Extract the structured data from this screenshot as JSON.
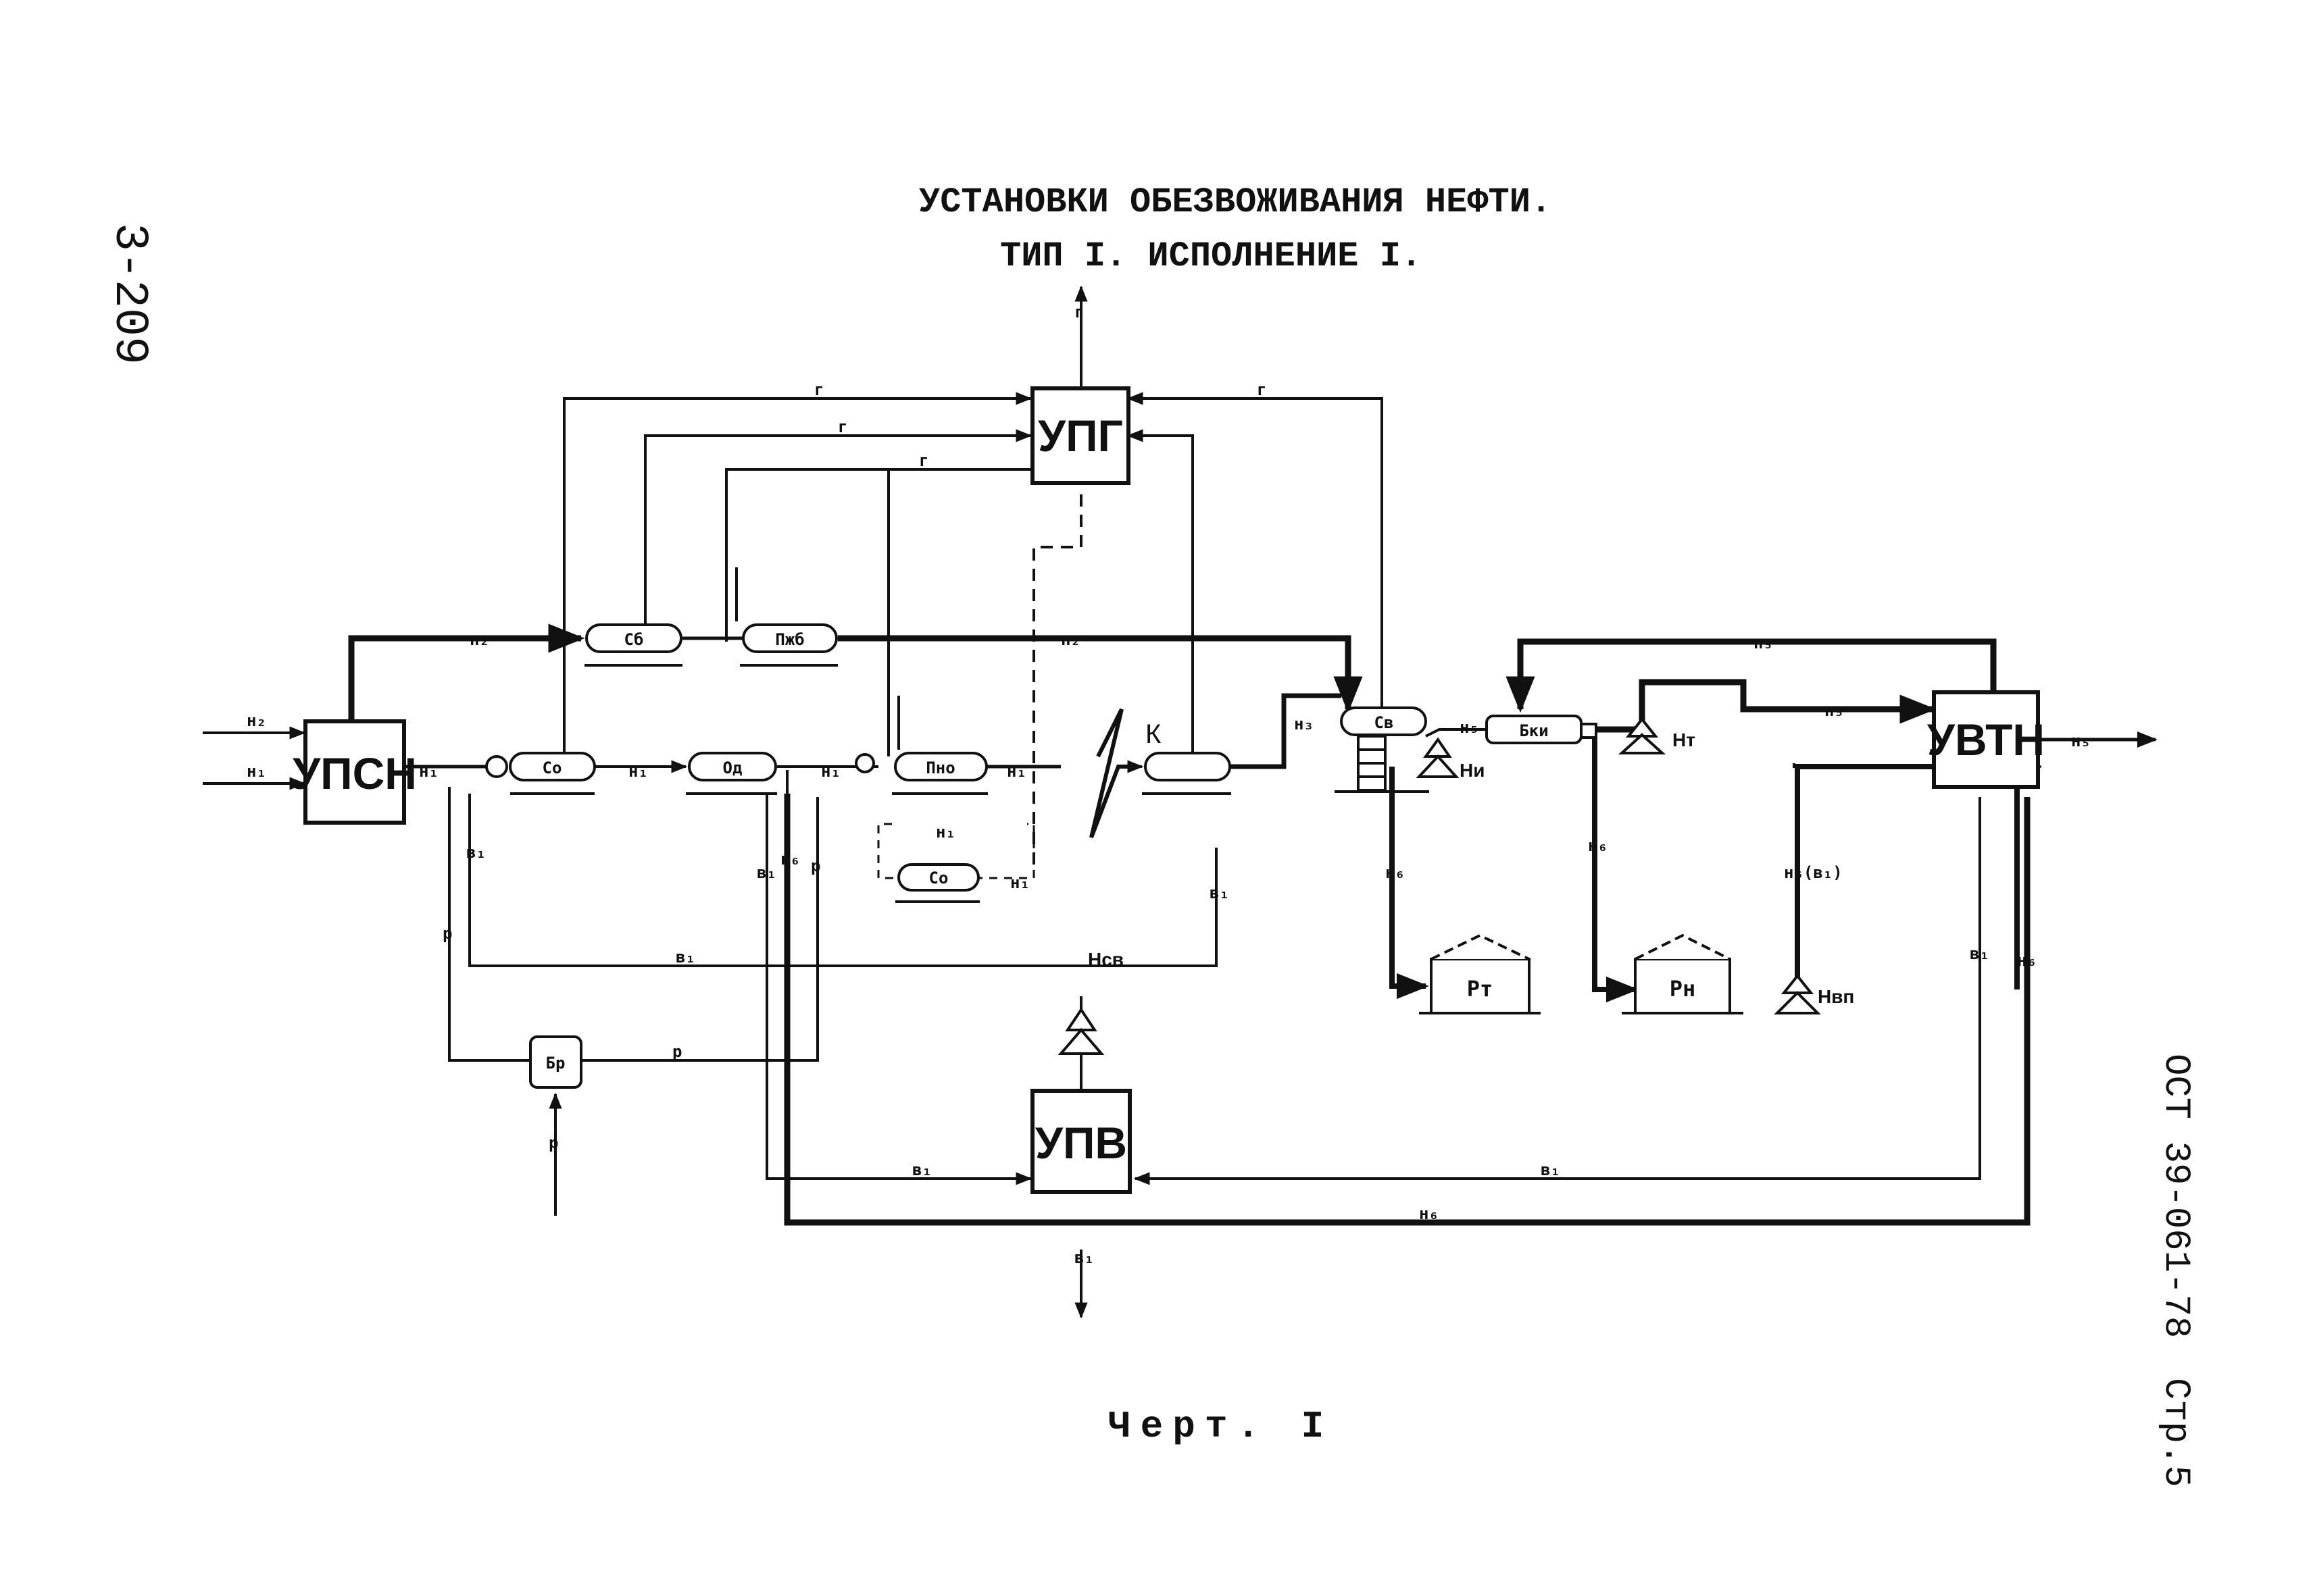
{
  "side_code": "3-209",
  "title": {
    "line1": "УСТАНОВКИ ОБЕЗВОЖИВАНИЯ НЕФТИ.",
    "line2": "ТИП I.  ИСПОЛНЕНИЕ I."
  },
  "units": {
    "upsn": "УПСН",
    "upg": "УПГ",
    "upv": "УПВ",
    "uvtn": "УВТН"
  },
  "equipment": {
    "sb": "Сб",
    "pzb": "Пжб",
    "so1": "Со",
    "od": "Од",
    "pno": "Пно",
    "so2": "Со",
    "sv": "Св",
    "bki": "Бки",
    "br": "Бр",
    "rt": "Рт",
    "rn": "Рн",
    "k": "К",
    "ni": "Ни",
    "nt": "Нт",
    "nsv": "Нсв",
    "nvp": "Нвп"
  },
  "stream_labels": {
    "g": "г",
    "n1": "н₁",
    "n2": "н₂",
    "n3": "н₃",
    "n5": "н₅",
    "n6": "н₆",
    "v1": "в₁",
    "r": "р",
    "n6v1": "н₆(в₁)"
  },
  "caption": "Черт. I",
  "standard": "ОСТ 39-061-78",
  "page": "Стр.5"
}
